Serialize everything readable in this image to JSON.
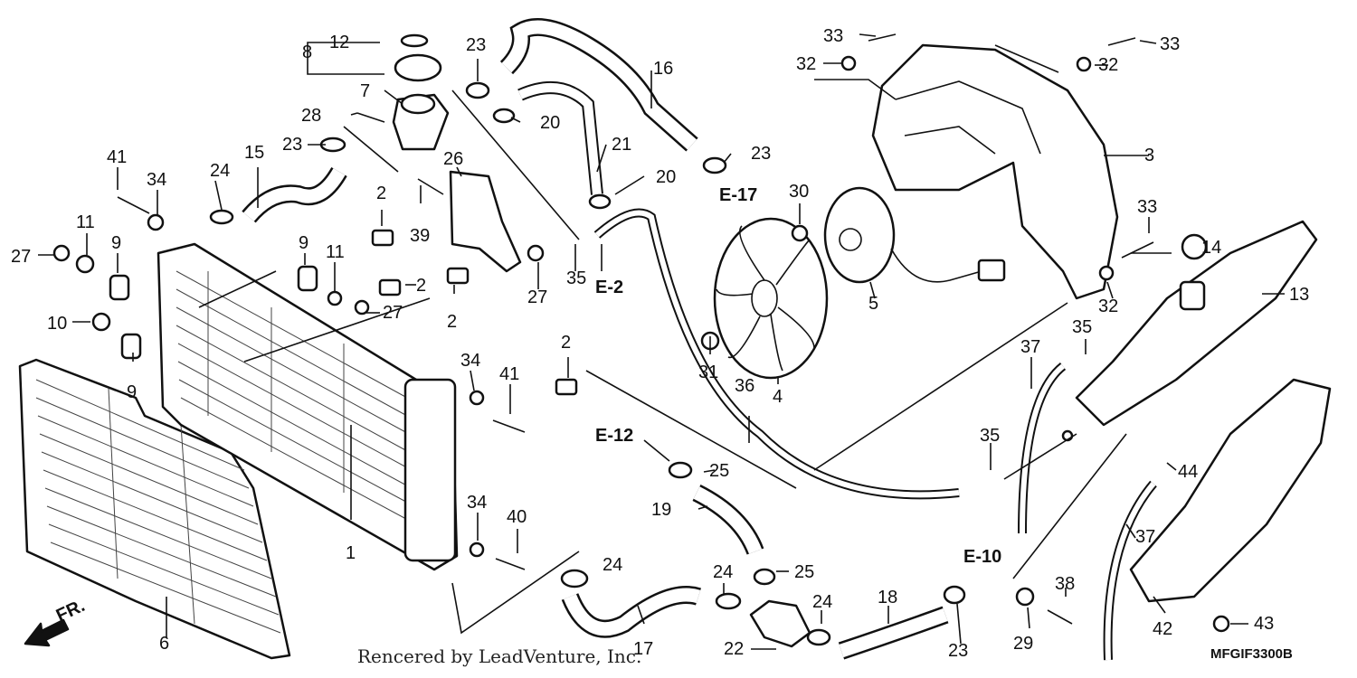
{
  "diagram": {
    "credit": "Rencered by LeadVenture, Inc.",
    "code": "MFGIF3300B",
    "front_marker": "FR.",
    "refs": [
      "E-17",
      "E-2",
      "E-12",
      "E-10"
    ],
    "labels": [
      "1",
      "2",
      "2",
      "2",
      "2",
      "3",
      "4",
      "5",
      "6",
      "7",
      "8",
      "9",
      "9",
      "9",
      "10",
      "11",
      "11",
      "12",
      "13",
      "14",
      "15",
      "16",
      "17",
      "18",
      "19",
      "20",
      "20",
      "21",
      "22",
      "23",
      "23",
      "23",
      "23",
      "24",
      "24",
      "24",
      "24",
      "25",
      "25",
      "26",
      "27",
      "27",
      "27",
      "28",
      "29",
      "30",
      "31",
      "32",
      "32",
      "32",
      "33",
      "33",
      "33",
      "34",
      "34",
      "34",
      "35",
      "35",
      "35",
      "36",
      "37",
      "37",
      "38",
      "39",
      "40",
      "41",
      "41",
      "42",
      "43",
      "44"
    ]
  }
}
